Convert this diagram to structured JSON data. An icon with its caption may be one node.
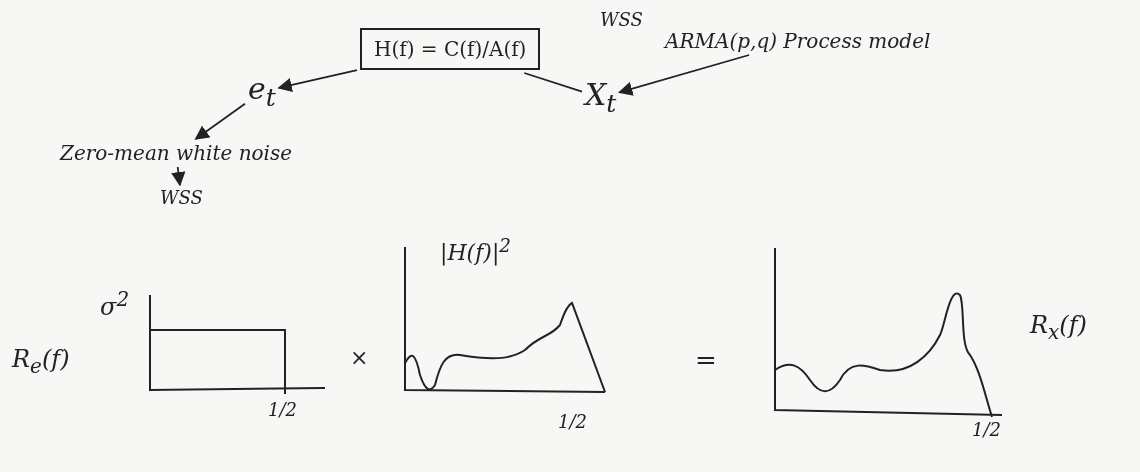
{
  "diagram": {
    "nodes": [
      {
        "text": [
          "e$_{t}$"
        ]
      },
      {
        "text": [
          "H(f) = C(f)/A(f)"
        ]
      },
      {
        "text": [
          "X$_{t}$"
        ]
      },
      {
        "text": [
          "ARMA(p,q) Process model"
        ]
      },
      {
        "text": [
          "Zero-mean white noise"
        ]
      },
      {
        "text": [
          "WSS"
        ]
      }
    ],
    "edges": [
      {
        "from": 1,
        "to": 0,
        "arrow": "to"
      },
      {
        "from": 1,
        "to": 2,
        "arrow": "none"
      },
      {
        "from": 3,
        "to": 2,
        "arrow": "to"
      },
      {
        "from": 0,
        "to": 4,
        "arrow": "to"
      },
      {
        "from": 4,
        "to": 5,
        "arrow": "to"
      }
    ],
    "labels": [
      "WSS",
      "|H(f)|$^{2}$",
      "σ$^{2}$",
      "R$_{x}$(f)",
      "R$_{e}$(f)",
      "×",
      "=",
      "1/2",
      "1/2",
      "1/2"
    ]
  }
}
